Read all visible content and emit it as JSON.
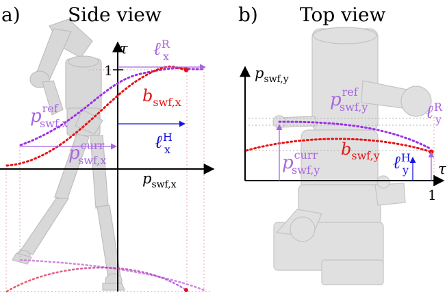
{
  "panels": {
    "a": {
      "letter": "a)",
      "title": "Side view",
      "axis_x": "p",
      "axis_x_sub": "swf,x",
      "axis_y": "τ",
      "tick_one": "1",
      "labels": {
        "p_ref": {
          "base": "p",
          "sup": "ref",
          "sub": "swf,x"
        },
        "p_curr": {
          "base": "p",
          "sup": "curr",
          "sub": "swf,x"
        },
        "b": {
          "base": "b",
          "sub": "swf,x"
        },
        "l_R": {
          "base": "ℓ",
          "sup": "R",
          "sub": "x"
        },
        "l_H": {
          "base": "ℓ",
          "sup": "H",
          "sub": "x"
        }
      }
    },
    "b": {
      "letter": "b)",
      "title": "Top view",
      "axis_x": "τ",
      "axis_y": "p",
      "axis_y_sub": "swf,y",
      "tick_one": "1",
      "labels": {
        "p_ref": {
          "base": "p",
          "sup": "ref",
          "sub": "swf,y"
        },
        "p_curr": {
          "base": "p",
          "sup": "curr",
          "sub": "swf,y"
        },
        "b": {
          "base": "b",
          "sub": "swf,y"
        },
        "l_R": {
          "base": "ℓ",
          "sup": "R",
          "sub": "y"
        },
        "l_H": {
          "base": "ℓ",
          "sup": "H",
          "sub": "y"
        }
      }
    }
  },
  "colors": {
    "ref": "#9B30E8",
    "ref_label": "#A866E0",
    "bias": "#E41414",
    "horizon": "#1515E0",
    "axis": "#000000",
    "guide": "#E89AA8",
    "robot_fill": "#B4B4B4",
    "robot_edge": "#8A8A8A"
  }
}
